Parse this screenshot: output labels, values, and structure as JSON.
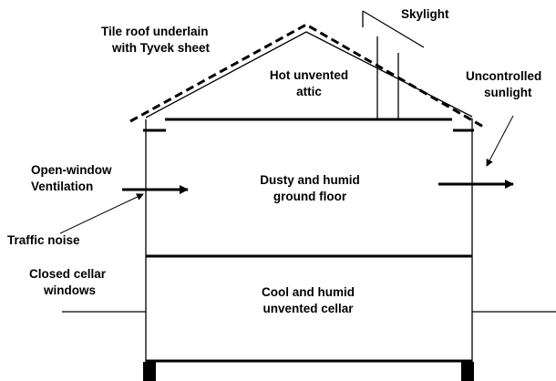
{
  "labels": {
    "roof_line1": "Tile roof underlain",
    "roof_line2": "with Tyvek sheet",
    "skylight": "Skylight",
    "attic_line1": "Hot unvented",
    "attic_line2": "attic",
    "sunlight_line1": "Uncontrolled",
    "sunlight_line2": "sunlight",
    "ventilation_line1": "Open-window",
    "ventilation_line2": "Ventilation",
    "ground_line1": "Dusty and humid",
    "ground_line2": "ground floor",
    "traffic": "Traffic noise",
    "cellar_windows_line1": "Closed cellar",
    "cellar_windows_line2": "windows",
    "cellar_line1": "Cool and humid",
    "cellar_line2": "unvented cellar"
  },
  "colors": {
    "line": "#000000",
    "background": "#ffffff"
  }
}
